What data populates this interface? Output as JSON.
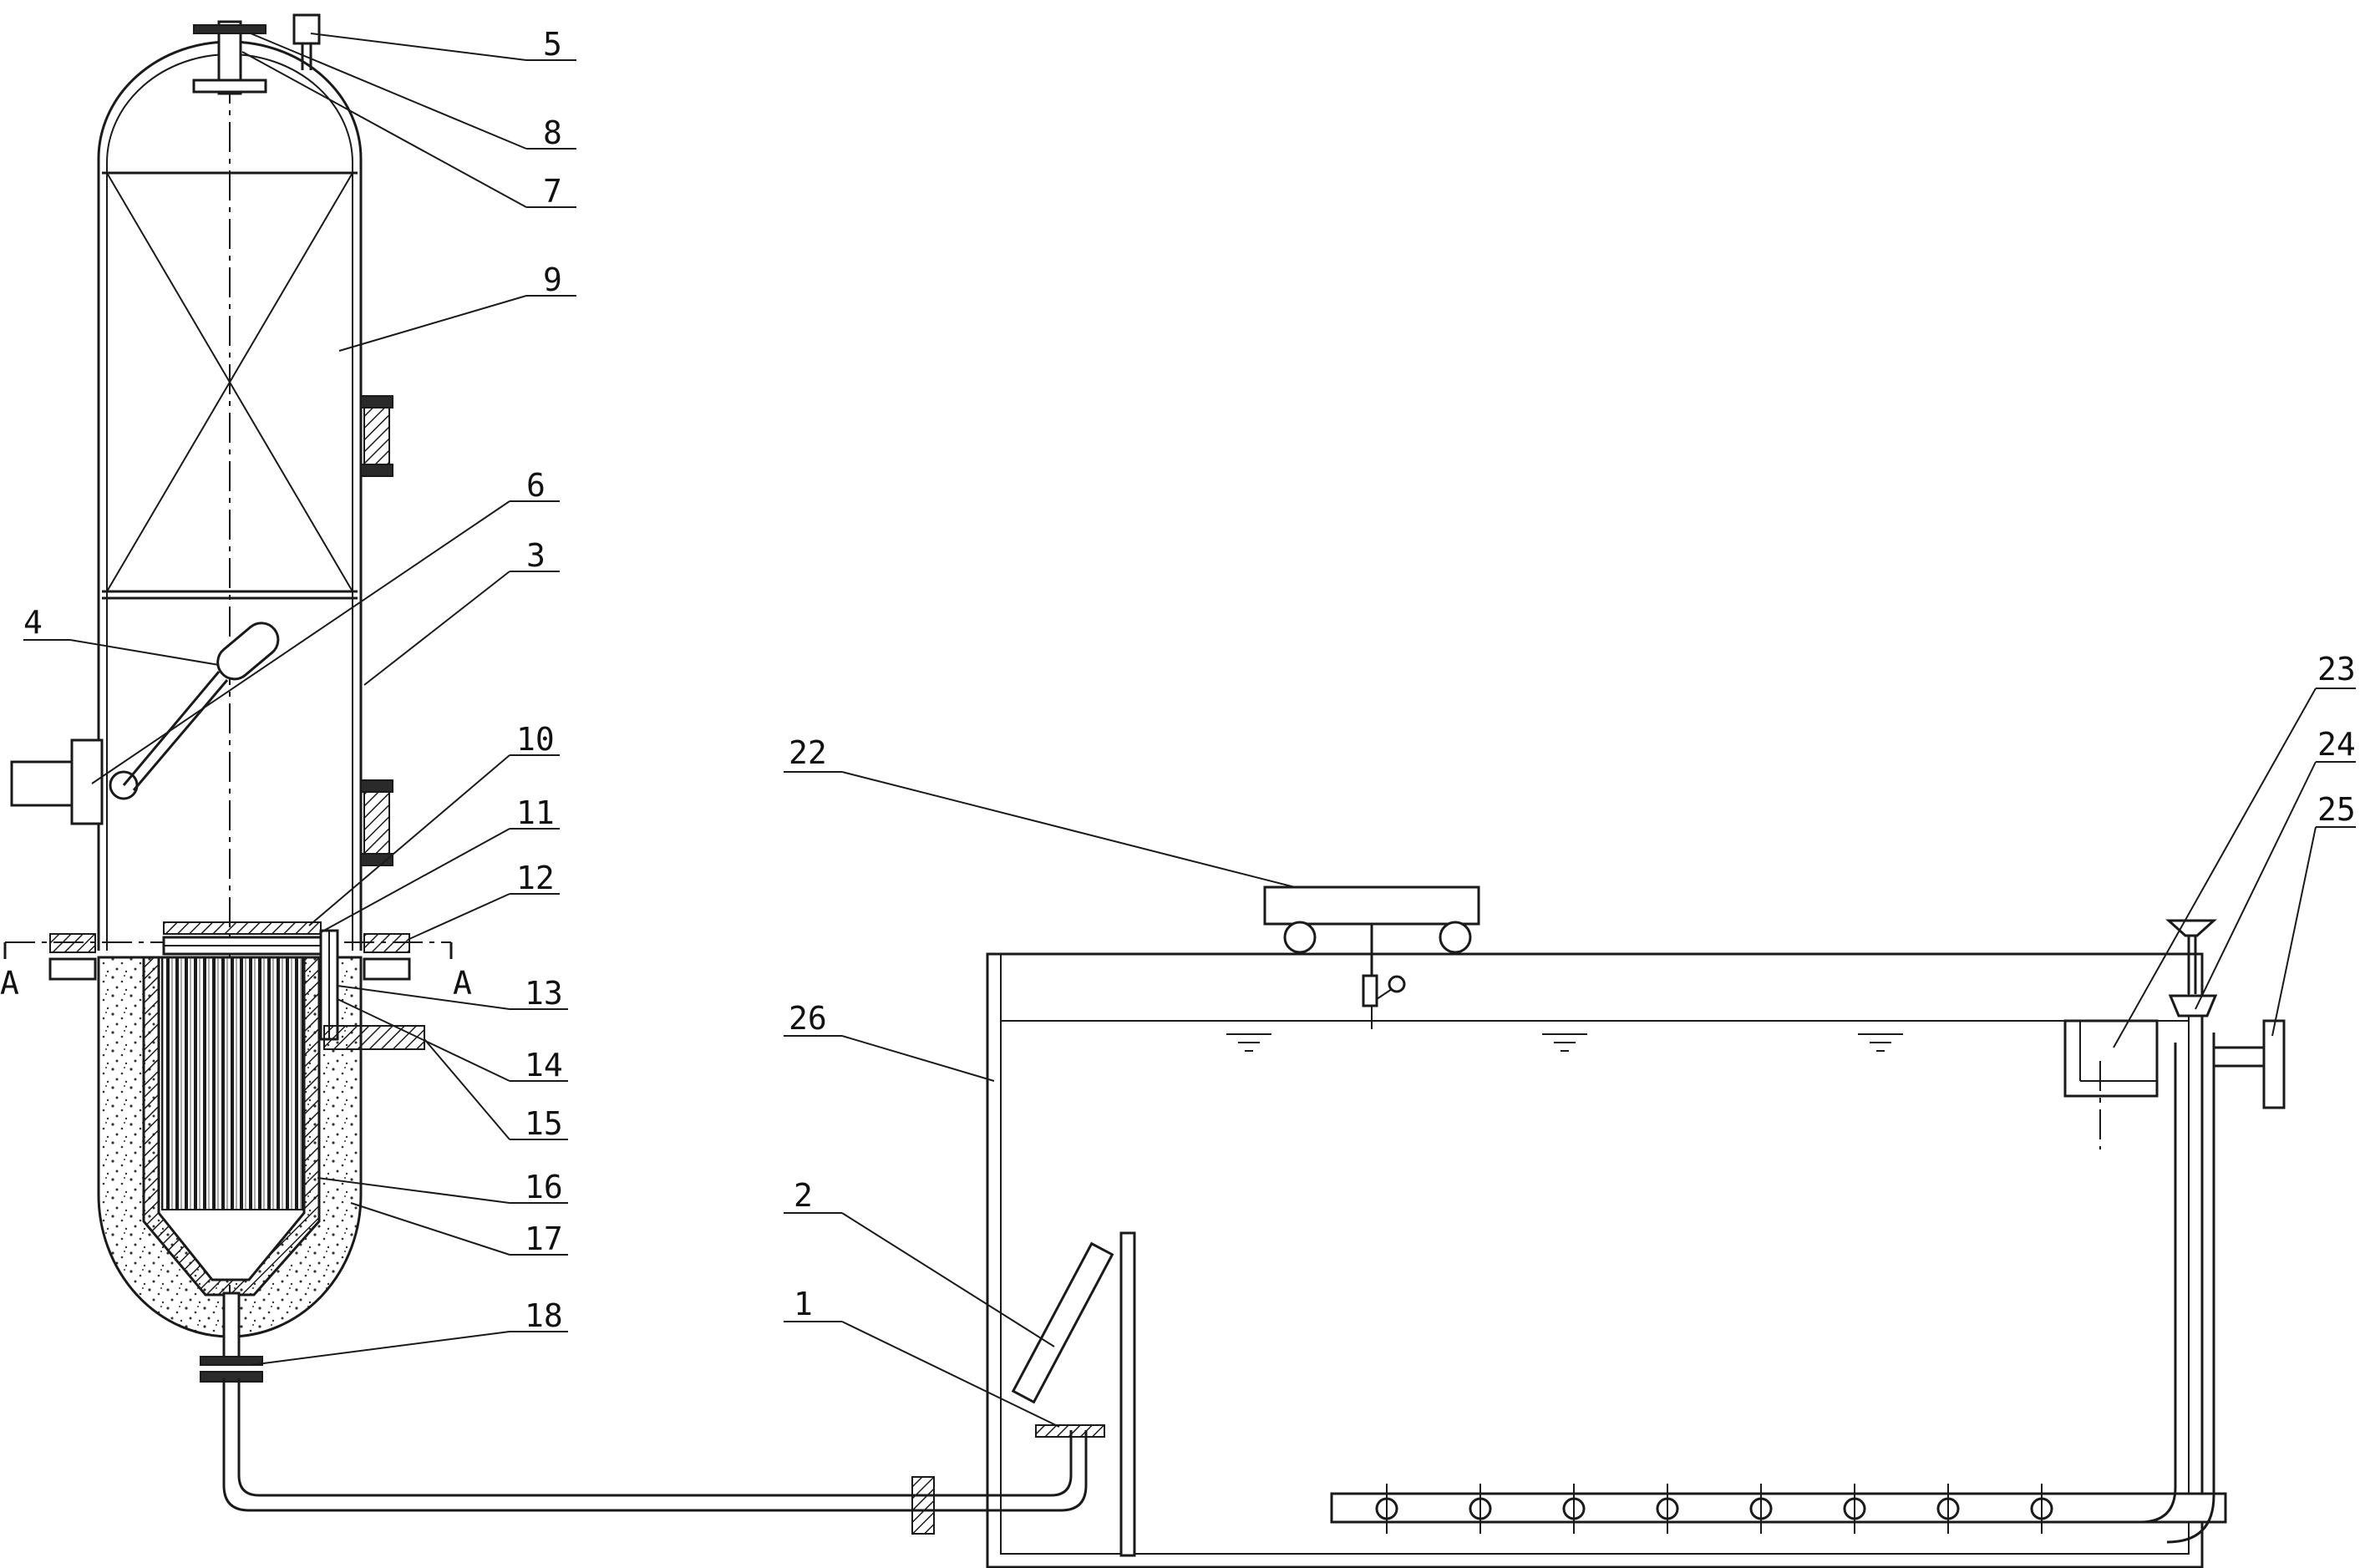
{
  "section_marks": [
    "A",
    "A"
  ],
  "callouts": [
    {
      "id": "label-5",
      "text": "5"
    },
    {
      "id": "label-8",
      "text": "8"
    },
    {
      "id": "label-7",
      "text": "7"
    },
    {
      "id": "label-9",
      "text": "9"
    },
    {
      "id": "label-6",
      "text": "6"
    },
    {
      "id": "label-3",
      "text": "3"
    },
    {
      "id": "label-4",
      "text": "4"
    },
    {
      "id": "label-10",
      "text": "10"
    },
    {
      "id": "label-11",
      "text": "11"
    },
    {
      "id": "label-12",
      "text": "12"
    },
    {
      "id": "label-13",
      "text": "13"
    },
    {
      "id": "label-14",
      "text": "14"
    },
    {
      "id": "label-15",
      "text": "15"
    },
    {
      "id": "label-16",
      "text": "16"
    },
    {
      "id": "label-17",
      "text": "17"
    },
    {
      "id": "label-18",
      "text": "18"
    },
    {
      "id": "label-22",
      "text": "22"
    },
    {
      "id": "label-26",
      "text": "26"
    },
    {
      "id": "label-2",
      "text": "2"
    },
    {
      "id": "label-1",
      "text": "1"
    },
    {
      "id": "label-23",
      "text": "23"
    },
    {
      "id": "label-24",
      "text": "24"
    },
    {
      "id": "label-25",
      "text": "25"
    }
  ]
}
